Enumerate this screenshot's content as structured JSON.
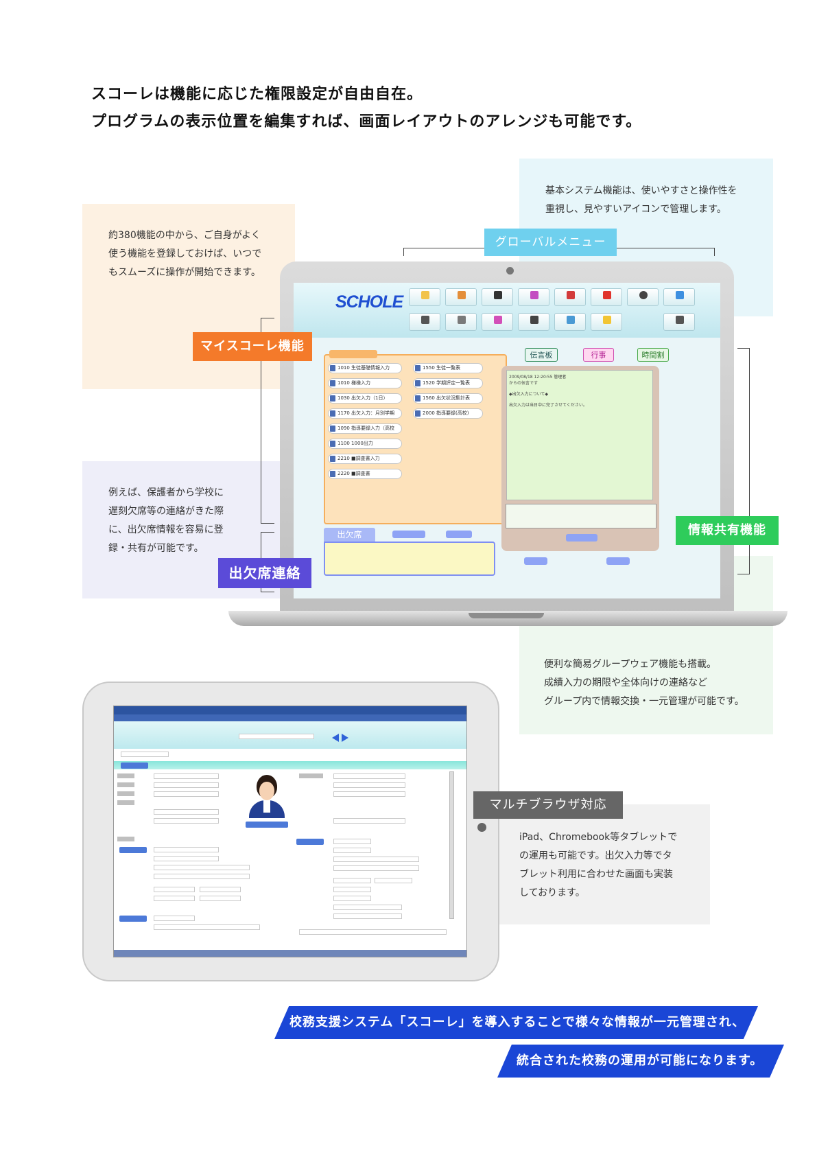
{
  "headline": {
    "line1": "スコーレは機能に応じた権限設定が自由自在。",
    "line2": "プログラムの表示位置を編集すれば、画面レイアウトのアレンジも可能です。"
  },
  "global_menu": {
    "label": "グローバルメニュー",
    "text": [
      "基本システム機能は、使いやすさと操作性を",
      "重視し、見やすいアイコンで管理します。"
    ]
  },
  "myscole": {
    "label": "マイスコーレ機能",
    "text": [
      "約380機能の中から、ご自身がよく",
      "使う機能を登録しておけば、いつで",
      "もスムーズに操作が開始できます。"
    ]
  },
  "attendance": {
    "label": "出欠席連絡",
    "text": [
      "例えば、保護者から学校に",
      "遅刻欠席等の連絡がきた際",
      "に、出欠席情報を容易に登",
      "録・共有が可能です。"
    ]
  },
  "info_share": {
    "label": "情報共有機能",
    "text": [
      "便利な簡易グループウェア機能も搭載。",
      "成績入力の期限や全体向けの連絡など",
      "グループ内で情報交換・一元管理が可能です。"
    ]
  },
  "multi_browser": {
    "label": "マルチブラウザ対応",
    "text": [
      "iPad、Chromebook等タブレットで",
      "の運用も可能です。出欠入力等でタ",
      "ブレット利用に合わせた画面も実装",
      "しております。"
    ]
  },
  "app": {
    "logo": "SCHOLE",
    "tabs": [
      "伝言板",
      "行事",
      "時間割"
    ],
    "myscole_items": [
      "1010 生徒基礎情報入力",
      "1010 様様入力",
      "1030 出欠入力（1日）",
      "1170 出欠入力：月別学期",
      "1090 指導要録入力（高校",
      "1100 1000出力",
      "2210 ■調査書入力",
      "2220 ■調査書",
      "1550 生徒一覧表",
      "1520 学期評定一覧表",
      "1560 出欠状況集計表",
      "2000 指導要録(高校)"
    ],
    "board_lines": [
      "2009/08/18 12:20:55 管理者",
      "からの伝言です",
      "◆出欠入力について◆",
      "出欠入力は当日中に完了させてください。"
    ],
    "attendance_tab": "出欠席"
  },
  "banner": {
    "line1": "校務支援システム「スコーレ」を導入することで様々な情報が一元管理され、",
    "line2": "統合された校務の運用が可能になります。"
  },
  "colors": {
    "orange": "#f47a2a",
    "blue": "#6fd0ee",
    "purple": "#5b4bd8",
    "green": "#2ecc5b",
    "gray": "#666666",
    "banner": "#1a46d6"
  }
}
